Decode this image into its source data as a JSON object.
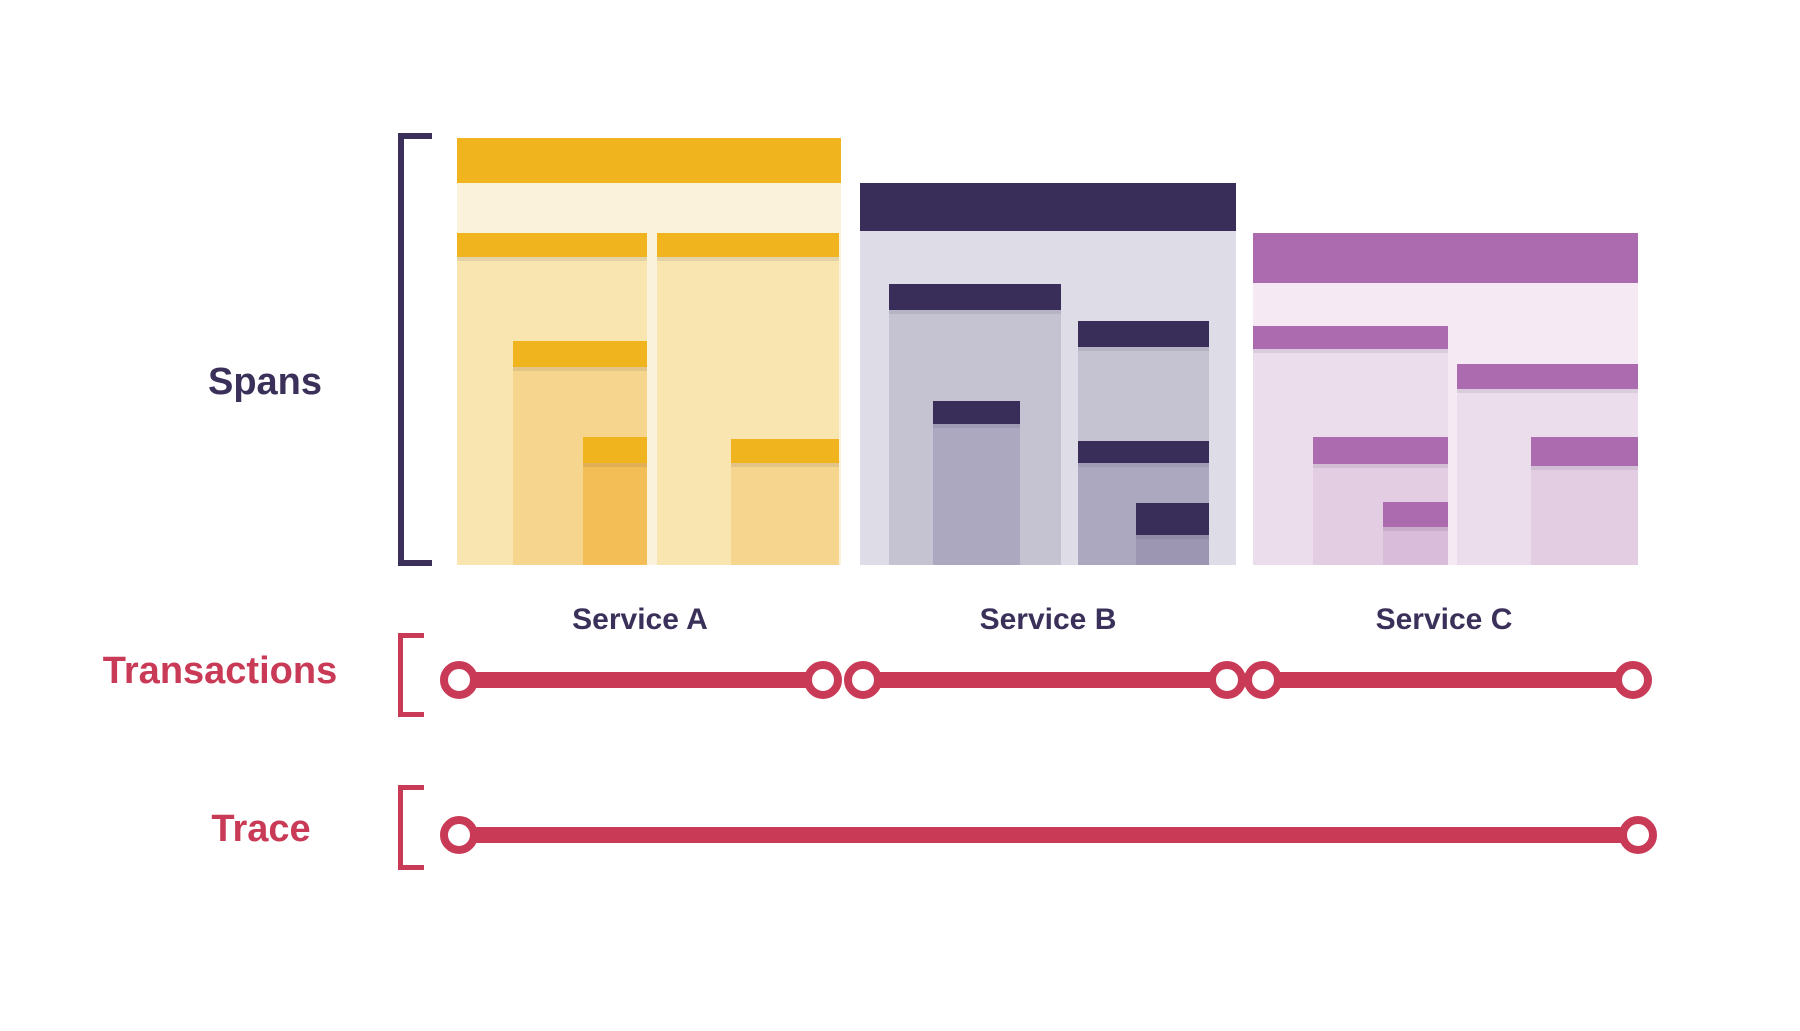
{
  "labels": {
    "spans": "Spans",
    "transactions": "Transactions",
    "trace": "Trace"
  },
  "services": [
    {
      "name": "Service A",
      "color": "#F0B41E",
      "span_count": 6,
      "nesting_depth": 4
    },
    {
      "name": "Service B",
      "color": "#392D5A",
      "span_count": 6,
      "nesting_depth": 4
    },
    {
      "name": "Service C",
      "color": "#AC6BAE",
      "span_count": 6,
      "nesting_depth": 4
    }
  ],
  "transactions": {
    "count": 3,
    "color": "#C93A57"
  },
  "trace": {
    "count": 1,
    "color": "#C93A57"
  },
  "palette": {
    "background": "#FFFFFF",
    "ink": "#3B3059",
    "crimson": "#C93A57",
    "gold": "#F0B41E",
    "gold1": "#FBF2DC",
    "gold2": "#F8E5B0",
    "gold3": "#F6D58E",
    "gold4": "#F2BE55",
    "navy": "#392D5A",
    "navy1": "#DEDCE6",
    "navy2": "#C5C2D2",
    "navy3": "#ACA8BF",
    "navy4": "#9C96B2",
    "orchid": "#AC6BAE",
    "orchid1": "#F5E9F4",
    "orchid2": "#ECDDEC",
    "orchid3": "#E3CDE3",
    "orchid4": "#D8BCD9"
  }
}
